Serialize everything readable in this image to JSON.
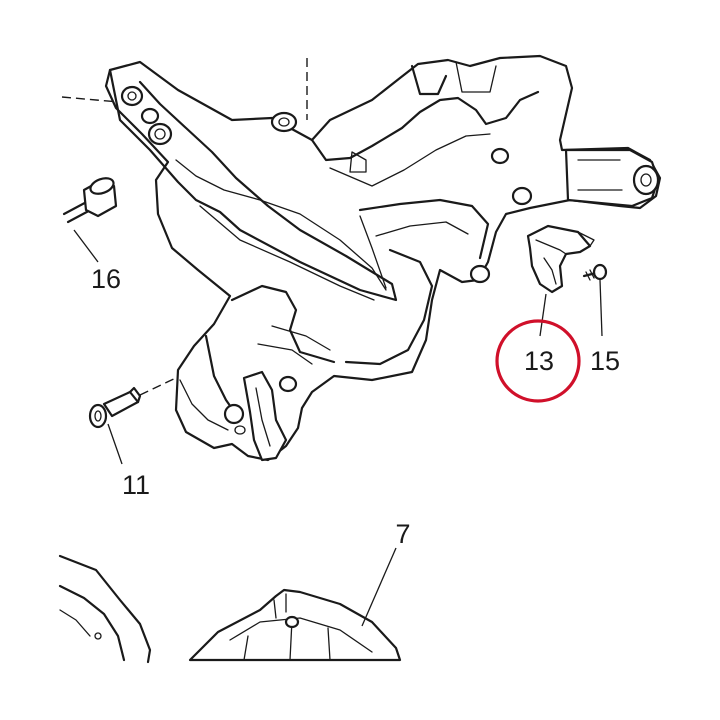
{
  "diagram": {
    "callouts": [
      {
        "id": "c16",
        "label": "16"
      },
      {
        "id": "c11",
        "label": "11"
      },
      {
        "id": "c13",
        "label": "13"
      },
      {
        "id": "c15",
        "label": "15"
      },
      {
        "id": "c7",
        "label": "7"
      }
    ],
    "highlight": {
      "target": "13",
      "color": "#d0102a",
      "shape": "circle"
    },
    "colors": {
      "line": "#1a1a1a",
      "background": "#ffffff",
      "highlight": "#d0102a"
    }
  }
}
